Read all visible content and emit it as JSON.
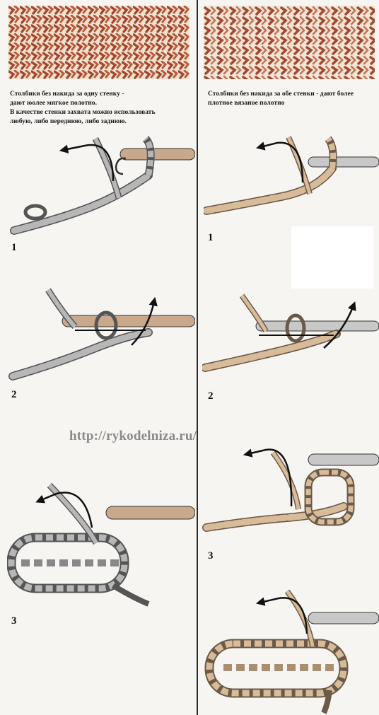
{
  "left": {
    "caption_lines": [
      "Столбики без накида за одну стенку -",
      "дают юолее мягкое полотно.",
      "В качестве стенки захвата можно использовать",
      "любую, либо переднюю, либо заднюю."
    ],
    "steps": [
      "1",
      "2",
      "3"
    ]
  },
  "right": {
    "caption_lines": [
      "Столбики без накида за обе стенки - дают более",
      "плотное вязаное полотно"
    ],
    "steps": [
      "1",
      "2",
      "3"
    ]
  },
  "watermark": "http://rykodelniza.ru/",
  "colors": {
    "swatch_red": "#a4462f",
    "swatch_cream": "#efe2cf",
    "yarn_grey": "#b7b7b7",
    "yarn_tan": "#d8bb99",
    "hook_tan": "#c9a88c",
    "hook_grey": "#c8c8c8",
    "ink": "#1b1b1b"
  }
}
